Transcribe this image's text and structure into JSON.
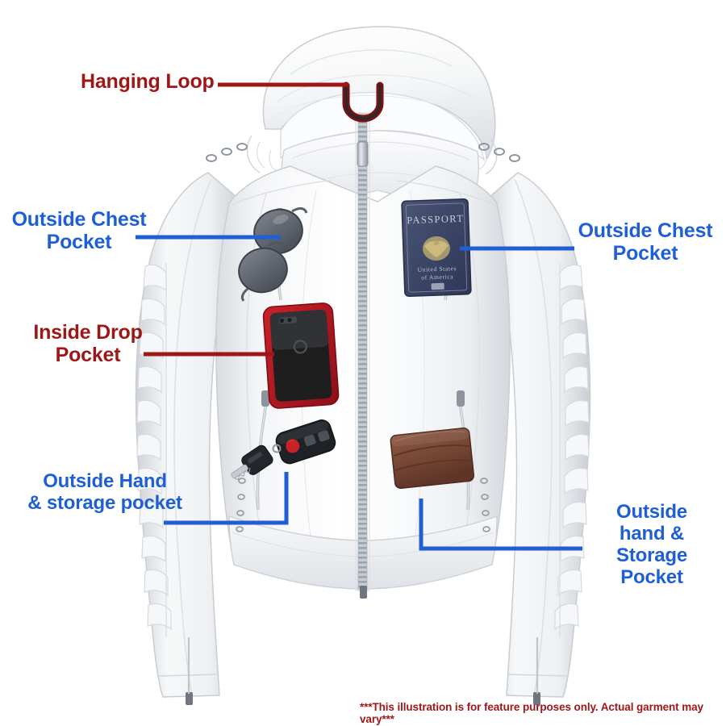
{
  "illustration": {
    "title": "Jacket feature callout illustration",
    "background_color": "#ffffff",
    "garment": {
      "type": "hooded white leather motorcycle jacket",
      "body_color": "#f2f3f5",
      "shadow_color": "#c9ccd1",
      "hardware_color": "#9aa1aa"
    }
  },
  "accents": {
    "blue": "#1e5fd6",
    "red": "#9e1616",
    "dark_red_loop": "#7d1010"
  },
  "callouts": {
    "hanging_loop": {
      "text": "Hanging Loop",
      "color": "#9e1616",
      "leader": "straight-horizontal"
    },
    "chest_pocket_left": {
      "text": "Outside Chest\nPocket",
      "color": "#1e5fd6",
      "leader": "straight-horizontal"
    },
    "chest_pocket_right": {
      "text": "Outside Chest\nPocket",
      "color": "#1e5fd6",
      "leader": "straight-horizontal"
    },
    "inside_drop_pocket": {
      "text": "Inside Drop\nPocket",
      "color": "#9e1616",
      "leader": "straight-horizontal"
    },
    "hand_pocket_left": {
      "text": "Outside Hand\n& storage pocket",
      "color": "#1e5fd6",
      "leader": "elbow"
    },
    "hand_pocket_right": {
      "text": "Outside\nhand &\nStorage\nPocket",
      "color": "#1e5fd6",
      "leader": "elbow"
    }
  },
  "objects": [
    {
      "name": "sunglasses",
      "description": "aviator sunglasses, dark lenses, thin metal frame"
    },
    {
      "name": "passport",
      "description": "navy blue United States passport with gold eagle seal",
      "cover_lines": [
        "PASSPORT",
        "United States",
        "of America"
      ]
    },
    {
      "name": "smartphone",
      "description": "black smartphone in a red protective case"
    },
    {
      "name": "car-keys",
      "description": "car key with black remote fob and red panic button"
    },
    {
      "name": "wallet",
      "description": "brown leather bifold wallet"
    }
  ],
  "disclaimer": {
    "text": "***This illustration is for feature purposes only.  Actual garment may vary***",
    "color": "#9e1616"
  }
}
